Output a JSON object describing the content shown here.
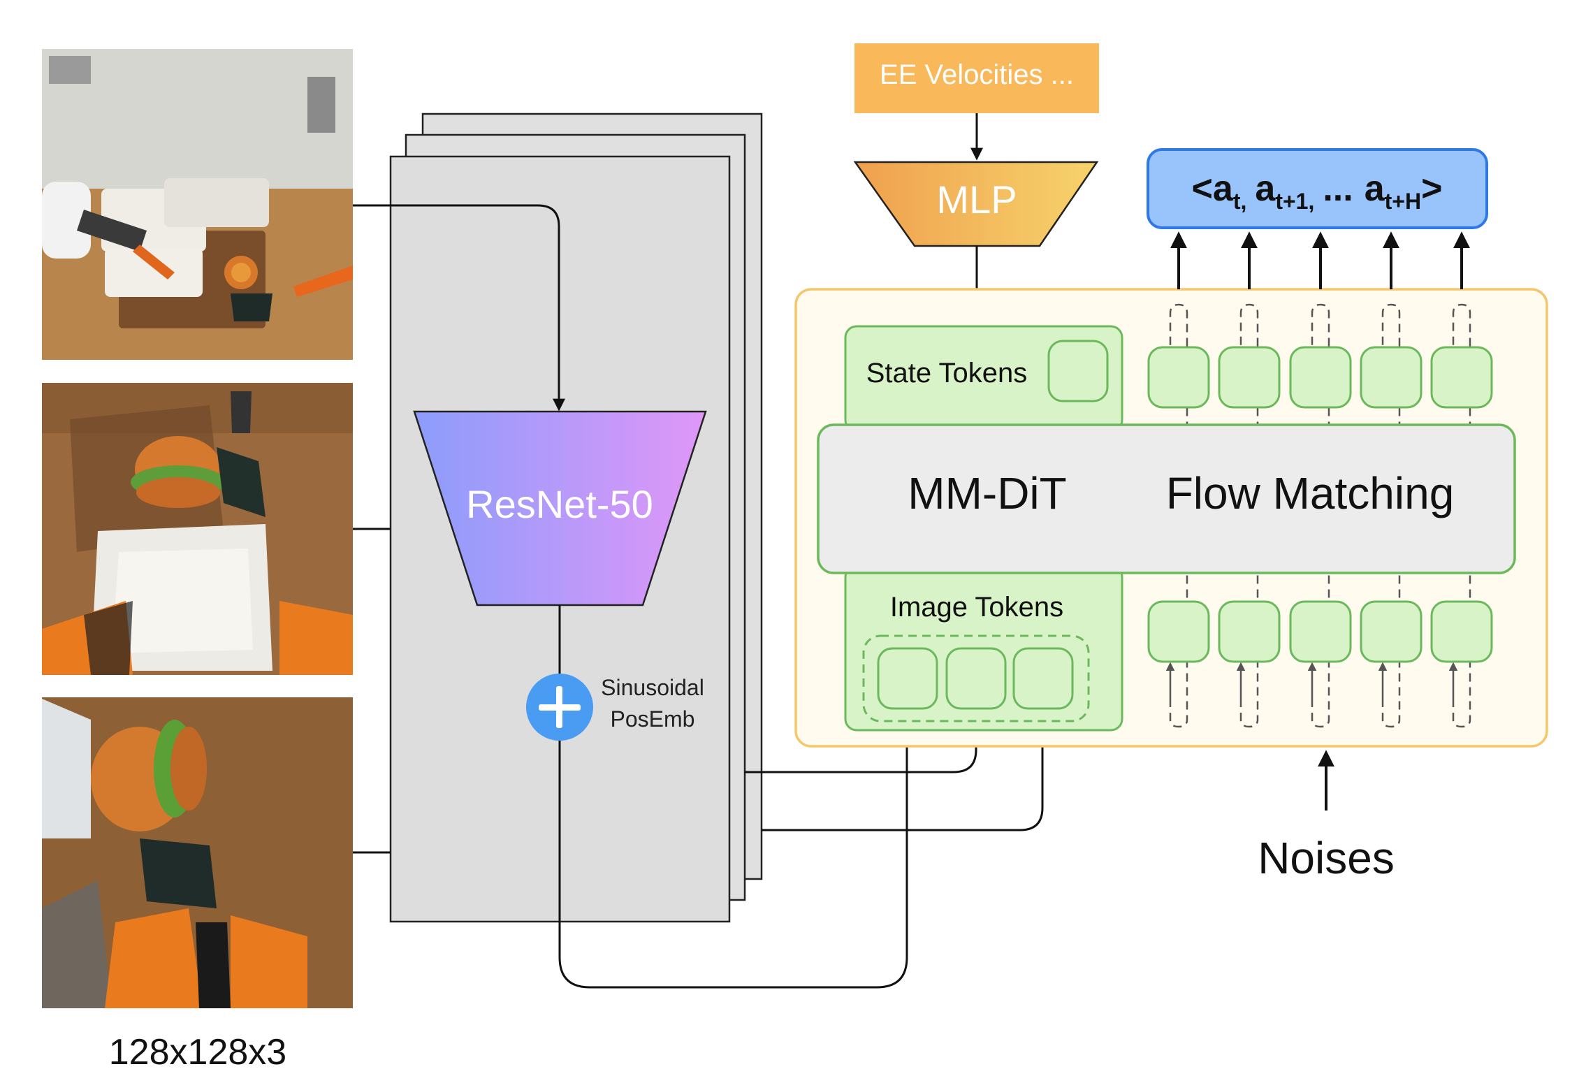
{
  "image_panels": [
    {
      "label": "",
      "scene": "overhead-camera"
    },
    {
      "label": "",
      "scene": "wrist-camera-left"
    },
    {
      "label": "",
      "scene": "wrist-camera-right"
    }
  ],
  "input_size_label": "128x128x3",
  "backbone_label": "ResNet-50",
  "posemb_label_line1": "Sinusoidal",
  "posemb_label_line2": "PosEmb",
  "state_input_label": "EE Velocities ...",
  "mlp_label": "MLP",
  "state_tokens_label": "State Tokens",
  "image_tokens_label": "Image Tokens",
  "model_label": "MM-DiT",
  "objective_label": "Flow Matching",
  "noises_label": "Noises",
  "actions": {
    "open": "<",
    "close": ">",
    "items": [
      {
        "base": "a",
        "sub": "t",
        "sep": ","
      },
      {
        "base": "a",
        "sub": "t+1",
        "sep": ","
      },
      {
        "base": "",
        "sub": "",
        "sep": "..."
      },
      {
        "base": "a",
        "sub": "t+H",
        "sep": ""
      }
    ]
  },
  "colors": {
    "mlp_gradient": [
      "#f0a04e",
      "#f6d36b"
    ],
    "backbone_gradient": [
      "#8c9cfb",
      "#e097f8"
    ],
    "state_box": "#f9b85a",
    "action_box_fill": "#98c3fb",
    "action_box_stroke": "#2f79e6",
    "token_fill": "#d9f3c9",
    "token_stroke": "#6cb85c",
    "transformer_region_fill": "#fffbef",
    "transformer_region_stroke": "#f6c66c",
    "plus_icon": "#4a9bf2"
  }
}
